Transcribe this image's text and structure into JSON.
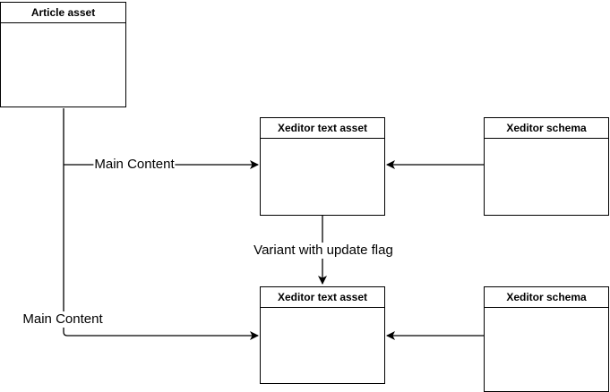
{
  "diagram": {
    "background_color": "#ffffff",
    "line_color": "#000000",
    "nodes": [
      {
        "title": "Article asset"
      },
      {
        "title": "Xeditor text asset"
      },
      {
        "title": "Xeditor schema"
      },
      {
        "title": "Xeditor text asset"
      },
      {
        "title": "Xeditor schema"
      }
    ],
    "edges": [
      {
        "label": "Main Content",
        "from": "Article asset",
        "to": "Xeditor text asset (top)"
      },
      {
        "label": "Variant with update flag",
        "from": "Xeditor text asset (top)",
        "to": "Xeditor text asset (bottom)"
      },
      {
        "label": "Main Content",
        "from": "Article asset",
        "to": "Xeditor text asset (bottom)"
      },
      {
        "label": "",
        "from": "Xeditor schema (top)",
        "to": "Xeditor text asset (top)"
      },
      {
        "label": "",
        "from": "Xeditor schema (bottom)",
        "to": "Xeditor text asset (bottom)"
      }
    ]
  }
}
